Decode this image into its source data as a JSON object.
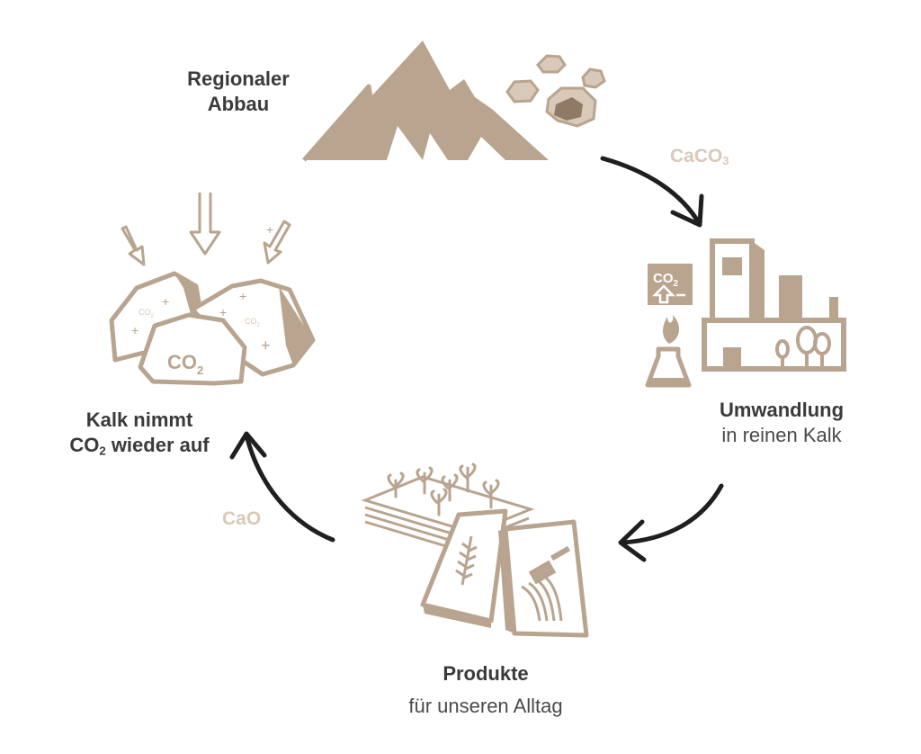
{
  "colors": {
    "tan": "#b9a48f",
    "tan_dark": "#8f7a66",
    "tan_light": "#d9c9b8",
    "arrow": "#1f1f1f",
    "text": "#3a3a3a"
  },
  "stages": {
    "mining": {
      "line1": "Regionaler",
      "line2": "Abbau",
      "icon": "mountain-quarry-icon"
    },
    "conversion": {
      "title": "Umwandlung",
      "subtitle": "in reinen Kalk",
      "icon": "lime-factory-icon",
      "badge": "CO",
      "badge_sub": "2"
    },
    "products": {
      "title": "Produkte",
      "subtitle": "für unseren Alltag",
      "icon": "lime-products-icon"
    },
    "absorption": {
      "line1": "Kalk nimmt",
      "line2_pre": "CO",
      "line2_sub": "2",
      "line2_post": " wieder auf",
      "icon": "limestone-rocks-icon",
      "rock_label": "CO",
      "rock_label_sub": "2",
      "small_label": "CO",
      "small_label_sub": "2"
    }
  },
  "chemicals": {
    "caco3": {
      "base": "CaCO",
      "sub": "3"
    },
    "cao": {
      "text": "CaO"
    }
  }
}
